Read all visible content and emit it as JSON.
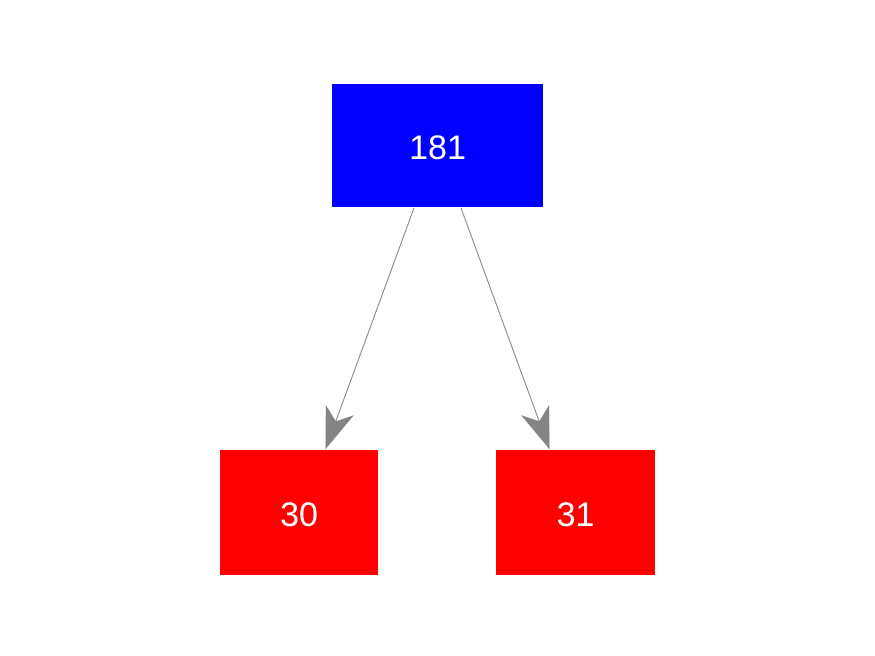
{
  "diagram": {
    "type": "tree",
    "background_color": "#ffffff",
    "edge_color": "#848484",
    "nodes": [
      {
        "id": "root",
        "label": "181",
        "fill_color": "#0000ff",
        "text_color": "#ffffff"
      },
      {
        "id": "left-child",
        "label": "30",
        "fill_color": "#ff0000",
        "text_color": "#ffffff"
      },
      {
        "id": "right-child",
        "label": "31",
        "fill_color": "#ff0000",
        "text_color": "#ffffff"
      }
    ],
    "edges": [
      {
        "from": "root",
        "to": "left-child",
        "arrow": "to",
        "color": "#848484"
      },
      {
        "from": "root",
        "to": "right-child",
        "arrow": "to",
        "color": "#848484"
      }
    ]
  }
}
